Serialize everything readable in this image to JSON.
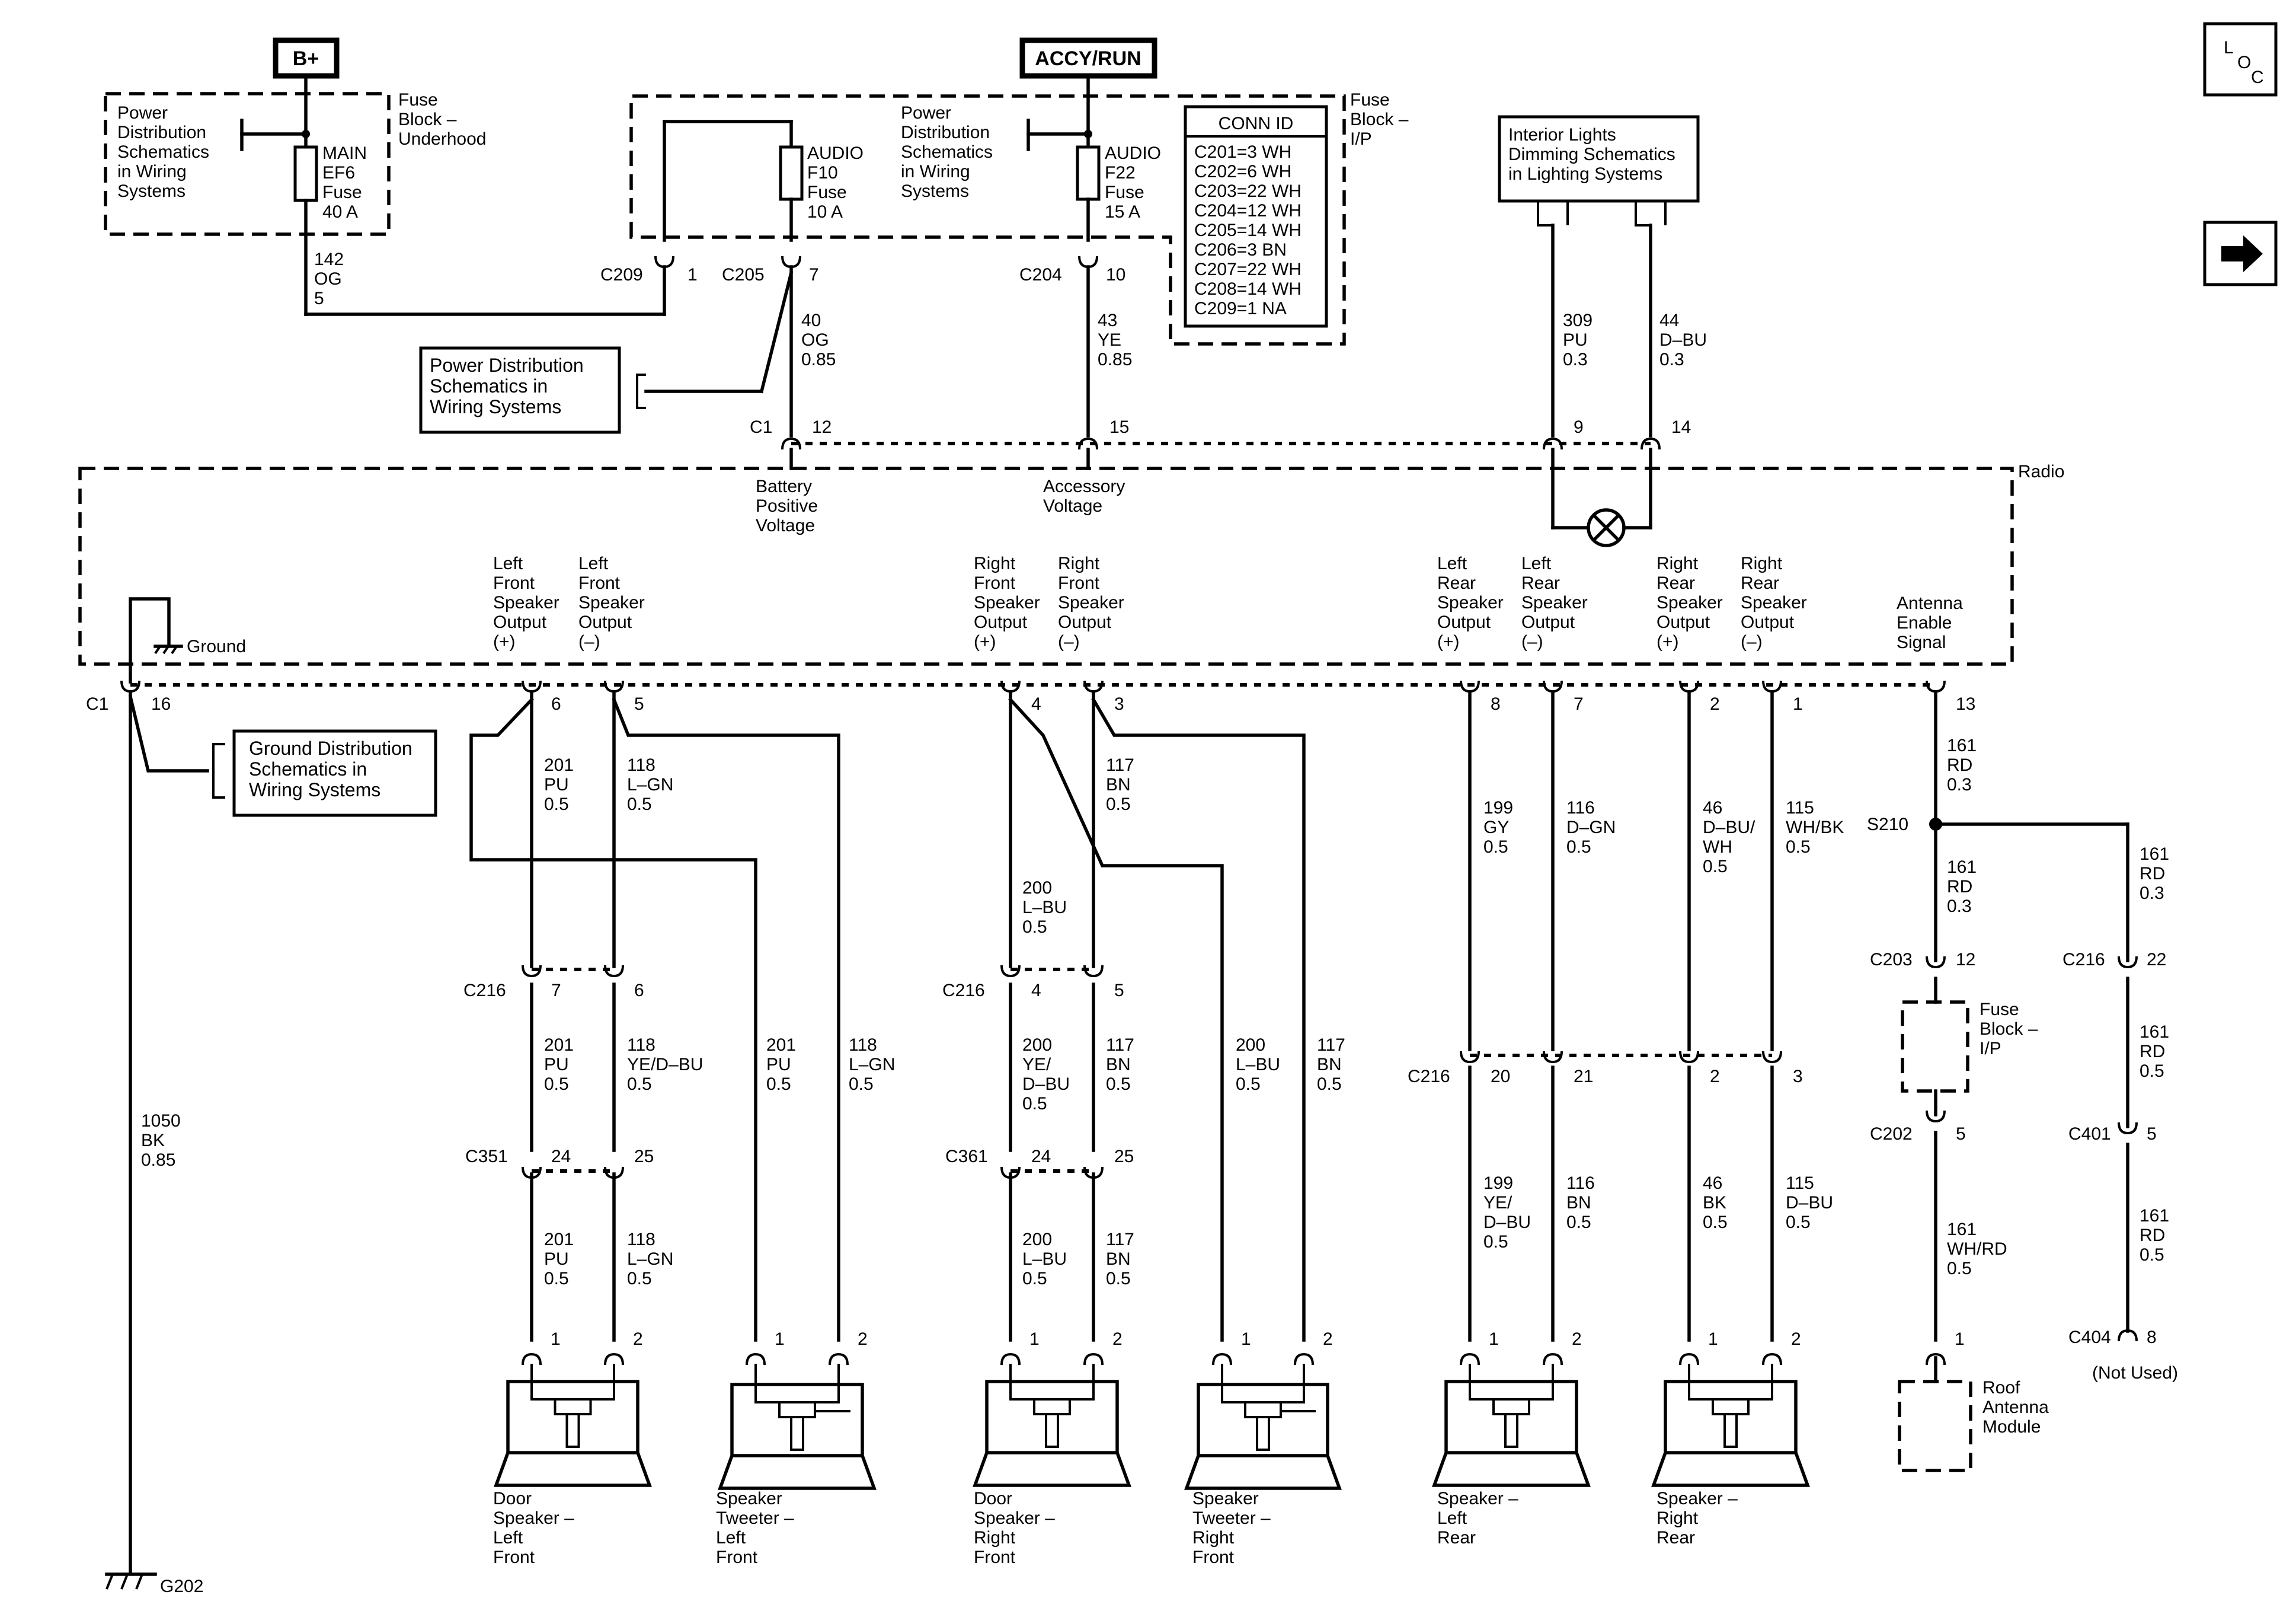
{
  "power": {
    "bplus": "B+",
    "accy_run": "ACCY/RUN"
  },
  "fuse_block_underhood": {
    "label": [
      "Fuse",
      "Block –",
      "Underhood"
    ],
    "ref": [
      "Power",
      "Distribution",
      "Schematics",
      "in Wiring",
      "Systems"
    ],
    "fuse": [
      "MAIN",
      "EF6",
      "Fuse",
      "40 A"
    ]
  },
  "fuse_block_ip": {
    "label": [
      "Fuse",
      "Block –",
      "I/P"
    ],
    "ref": [
      "Power",
      "Distribution",
      "Schematics",
      "in Wiring",
      "Systems"
    ],
    "fuse_f10": [
      "AUDIO",
      "F10",
      "Fuse",
      "10 A"
    ],
    "fuse_f22": [
      "AUDIO",
      "F22",
      "Fuse",
      "15 A"
    ]
  },
  "conn_id": {
    "title": "CONN ID",
    "rows": [
      "C201=3 WH",
      "C202=6 WH",
      "C203=22 WH",
      "C204=12 WH",
      "C205=14 WH",
      "C206=3 BN",
      "C207=22 WH",
      "C208=14 WH",
      "C209=1 NA"
    ]
  },
  "interior_lights": [
    "Interior Lights",
    "Dimming Schematics",
    "in Lighting Systems"
  ],
  "power_dist_ref": [
    "Power Distribution",
    "Schematics in",
    "Wiring Systems"
  ],
  "ground_dist_ref": [
    "Ground Distribution",
    "Schematics in",
    "Wiring Systems"
  ],
  "loc_icon": "LOC",
  "radio": {
    "label": "Radio",
    "battery_voltage": [
      "Battery",
      "Positive",
      "Voltage"
    ],
    "accessory_voltage": [
      "Accessory",
      "Voltage"
    ],
    "ground": "Ground",
    "outputs": {
      "lf_pos": [
        "Left",
        "Front",
        "Speaker",
        "Output",
        "(+)"
      ],
      "lf_neg": [
        "Left",
        "Front",
        "Speaker",
        "Output",
        "(–)"
      ],
      "rf_pos": [
        "Right",
        "Front",
        "Speaker",
        "Output",
        "(+)"
      ],
      "rf_neg": [
        "Right",
        "Front",
        "Speaker",
        "Output",
        "(–)"
      ],
      "lr_pos": [
        "Left",
        "Rear",
        "Speaker",
        "Output",
        "(+)"
      ],
      "lr_neg": [
        "Left",
        "Rear",
        "Speaker",
        "Output",
        "(–)"
      ],
      "rr_pos": [
        "Right",
        "Rear",
        "Speaker",
        "Output",
        "(+)"
      ],
      "rr_neg": [
        "Right",
        "Rear",
        "Speaker",
        "Output",
        "(–)"
      ],
      "antenna": [
        "Antenna",
        "Enable",
        "Signal"
      ]
    }
  },
  "connectors": {
    "C209": "C209",
    "C209_pin": "1",
    "C205": "C205",
    "C205_pin": "7",
    "C204": "C204",
    "C204_pin": "10",
    "C1": "C1",
    "C1_12": "12",
    "C1_15": "15",
    "C1_9": "9",
    "C1_14": "14",
    "C1_16": "16",
    "C1_6": "6",
    "C1_5": "5",
    "C1_4": "4",
    "C1_3": "3",
    "C1_8": "8",
    "C1_7": "7",
    "C1_2": "2",
    "C1_1": "1",
    "C1_13": "13",
    "C216": "C216",
    "C351": "C351",
    "C361": "C361",
    "C203": "C203",
    "C202": "C202",
    "C401": "C401",
    "C404": "C404",
    "S210": "S210",
    "C216_lf_7": "7",
    "C216_lf_6": "6",
    "C216_rf_4": "4",
    "C216_rf_5": "5",
    "C351_24": "24",
    "C351_25": "25",
    "C361_24": "24",
    "C361_25": "25",
    "C216_20": "20",
    "C216_21": "21",
    "C216_2": "2",
    "C216_3": "3",
    "C203_12": "12",
    "C202_5": "5",
    "C216_22": "22",
    "C401_5": "5",
    "C404_8": "8",
    "spk_pin1": "1",
    "spk_pin2": "2"
  },
  "wires": {
    "w142": [
      "142",
      "OG",
      "5"
    ],
    "w40": [
      "40",
      "OG",
      "0.85"
    ],
    "w43": [
      "43",
      "YE",
      "0.85"
    ],
    "w309": [
      "309",
      "PU",
      "0.3"
    ],
    "w44": [
      "44",
      "D–BU",
      "0.3"
    ],
    "w201a": [
      "201",
      "PU",
      "0.5"
    ],
    "w118a": [
      "118",
      "L–GN",
      "0.5"
    ],
    "w117a": [
      "117",
      "BN",
      "0.5"
    ],
    "w200a": [
      "200",
      "L–BU",
      "0.5"
    ],
    "w199a": [
      "199",
      "GY",
      "0.5"
    ],
    "w116a": [
      "116",
      "D–GN",
      "0.5"
    ],
    "w46a": [
      "46",
      "D–BU/",
      "WH",
      "0.5"
    ],
    "w115a": [
      "115",
      "WH/BK",
      "0.5"
    ],
    "w161a": [
      "161",
      "RD",
      "0.3"
    ],
    "w161b": [
      "161",
      "RD",
      "0.3"
    ],
    "w161c": [
      "161",
      "RD",
      "0.3"
    ],
    "w201b": [
      "201",
      "PU",
      "0.5"
    ],
    "w118b": [
      "118",
      "YE/D–BU",
      "0.5"
    ],
    "w201c": [
      "201",
      "PU",
      "0.5"
    ],
    "w118c": [
      "118",
      "L–GN",
      "0.5"
    ],
    "w200b": [
      "200",
      "YE/",
      "D–BU",
      "0.5"
    ],
    "w117b": [
      "117",
      "BN",
      "0.5"
    ],
    "w200c": [
      "200",
      "L–BU",
      "0.5"
    ],
    "w117c": [
      "117",
      "BN",
      "0.5"
    ],
    "w1050": [
      "1050",
      "BK",
      "0.85"
    ],
    "w201d": [
      "201",
      "PU",
      "0.5"
    ],
    "w118d": [
      "118",
      "L–GN",
      "0.5"
    ],
    "w200d": [
      "200",
      "L–BU",
      "0.5"
    ],
    "w117d": [
      "117",
      "BN",
      "0.5"
    ],
    "w199b": [
      "199",
      "YE/",
      "D–BU",
      "0.5"
    ],
    "w116b": [
      "116",
      "BN",
      "0.5"
    ],
    "w46b": [
      "46",
      "BK",
      "0.5"
    ],
    "w115b": [
      "115",
      "D–BU",
      "0.5"
    ],
    "w161d": [
      "161",
      "WH/RD",
      "0.5"
    ],
    "w161e": [
      "161",
      "RD",
      "0.5"
    ],
    "w161f": [
      "161",
      "RD",
      "0.5"
    ]
  },
  "fuse_block_ip_small": [
    "Fuse",
    "Block –",
    "I/P"
  ],
  "components": {
    "door_lf": [
      "Door",
      "Speaker –",
      "Left",
      "Front"
    ],
    "tweeter_lf": [
      "Speaker",
      "Tweeter –",
      "Left",
      "Front"
    ],
    "door_rf": [
      "Door",
      "Speaker –",
      "Right",
      "Front"
    ],
    "tweeter_rf": [
      "Speaker",
      "Tweeter –",
      "Right",
      "Front"
    ],
    "spk_lr": [
      "Speaker –",
      "Left",
      "Rear"
    ],
    "spk_rr": [
      "Speaker –",
      "Right",
      "Rear"
    ],
    "roof_antenna": [
      "Roof",
      "Antenna",
      "Module"
    ],
    "not_used": "(Not Used)",
    "ground": "G202"
  }
}
